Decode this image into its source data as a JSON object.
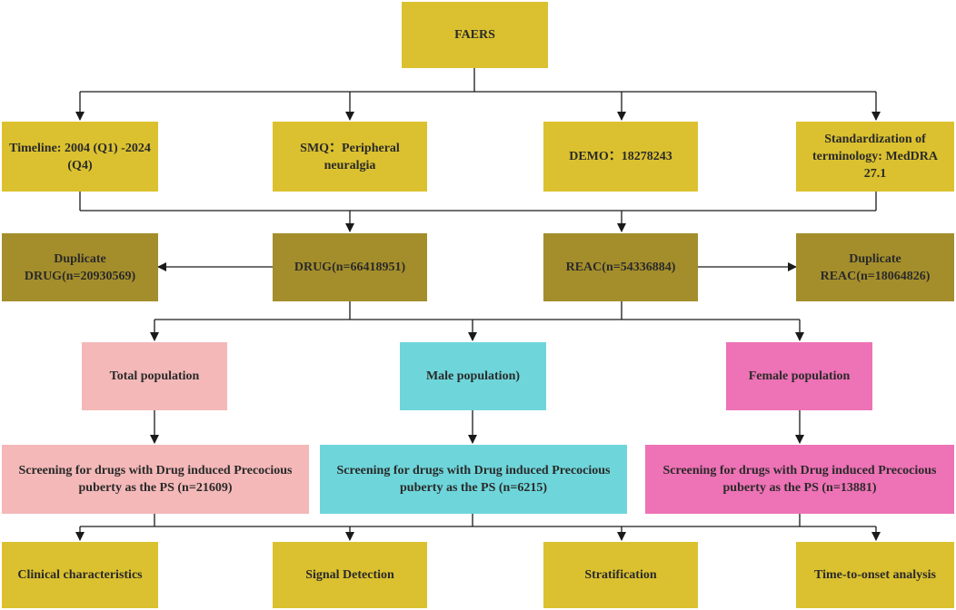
{
  "nodes": {
    "faers": "FAERS",
    "timeline": "Timeline: 2004 (Q1) -2024 (Q4)",
    "smq": "SMQ：Peripheral neuralgia",
    "demo": "DEMO：18278243",
    "standardization": "Standardization of terminology: MedDRA 27.1",
    "dup_drug": "Duplicate DRUG(n=20930569)",
    "drug": "DRUG(n=66418951)",
    "reac": "REAC(n=54336884)",
    "dup_reac": "Duplicate REAC(n=18064826)",
    "total_pop": "Total population",
    "male_pop": "Male population)",
    "female_pop": "Female population",
    "screen_total": "Screening for drugs with Drug induced Precocious puberty as the PS (n=21609)",
    "screen_male": "Screening for drugs with Drug induced Precocious puberty as the PS (n=6215)",
    "screen_female": "Screening for drugs with Drug induced Precocious puberty as the PS (n=13881)",
    "clinical": "Clinical characteristics",
    "signal": "Signal Detection",
    "stratification": "Stratification",
    "tto": "Time-to-onset analysis"
  },
  "colors": {
    "source": "#dbc12f",
    "data_tables": "#a48e2b",
    "total": "#f4b8b8",
    "male": "#6ed6da",
    "female": "#ee72b6",
    "line": "#1a1a1a"
  }
}
